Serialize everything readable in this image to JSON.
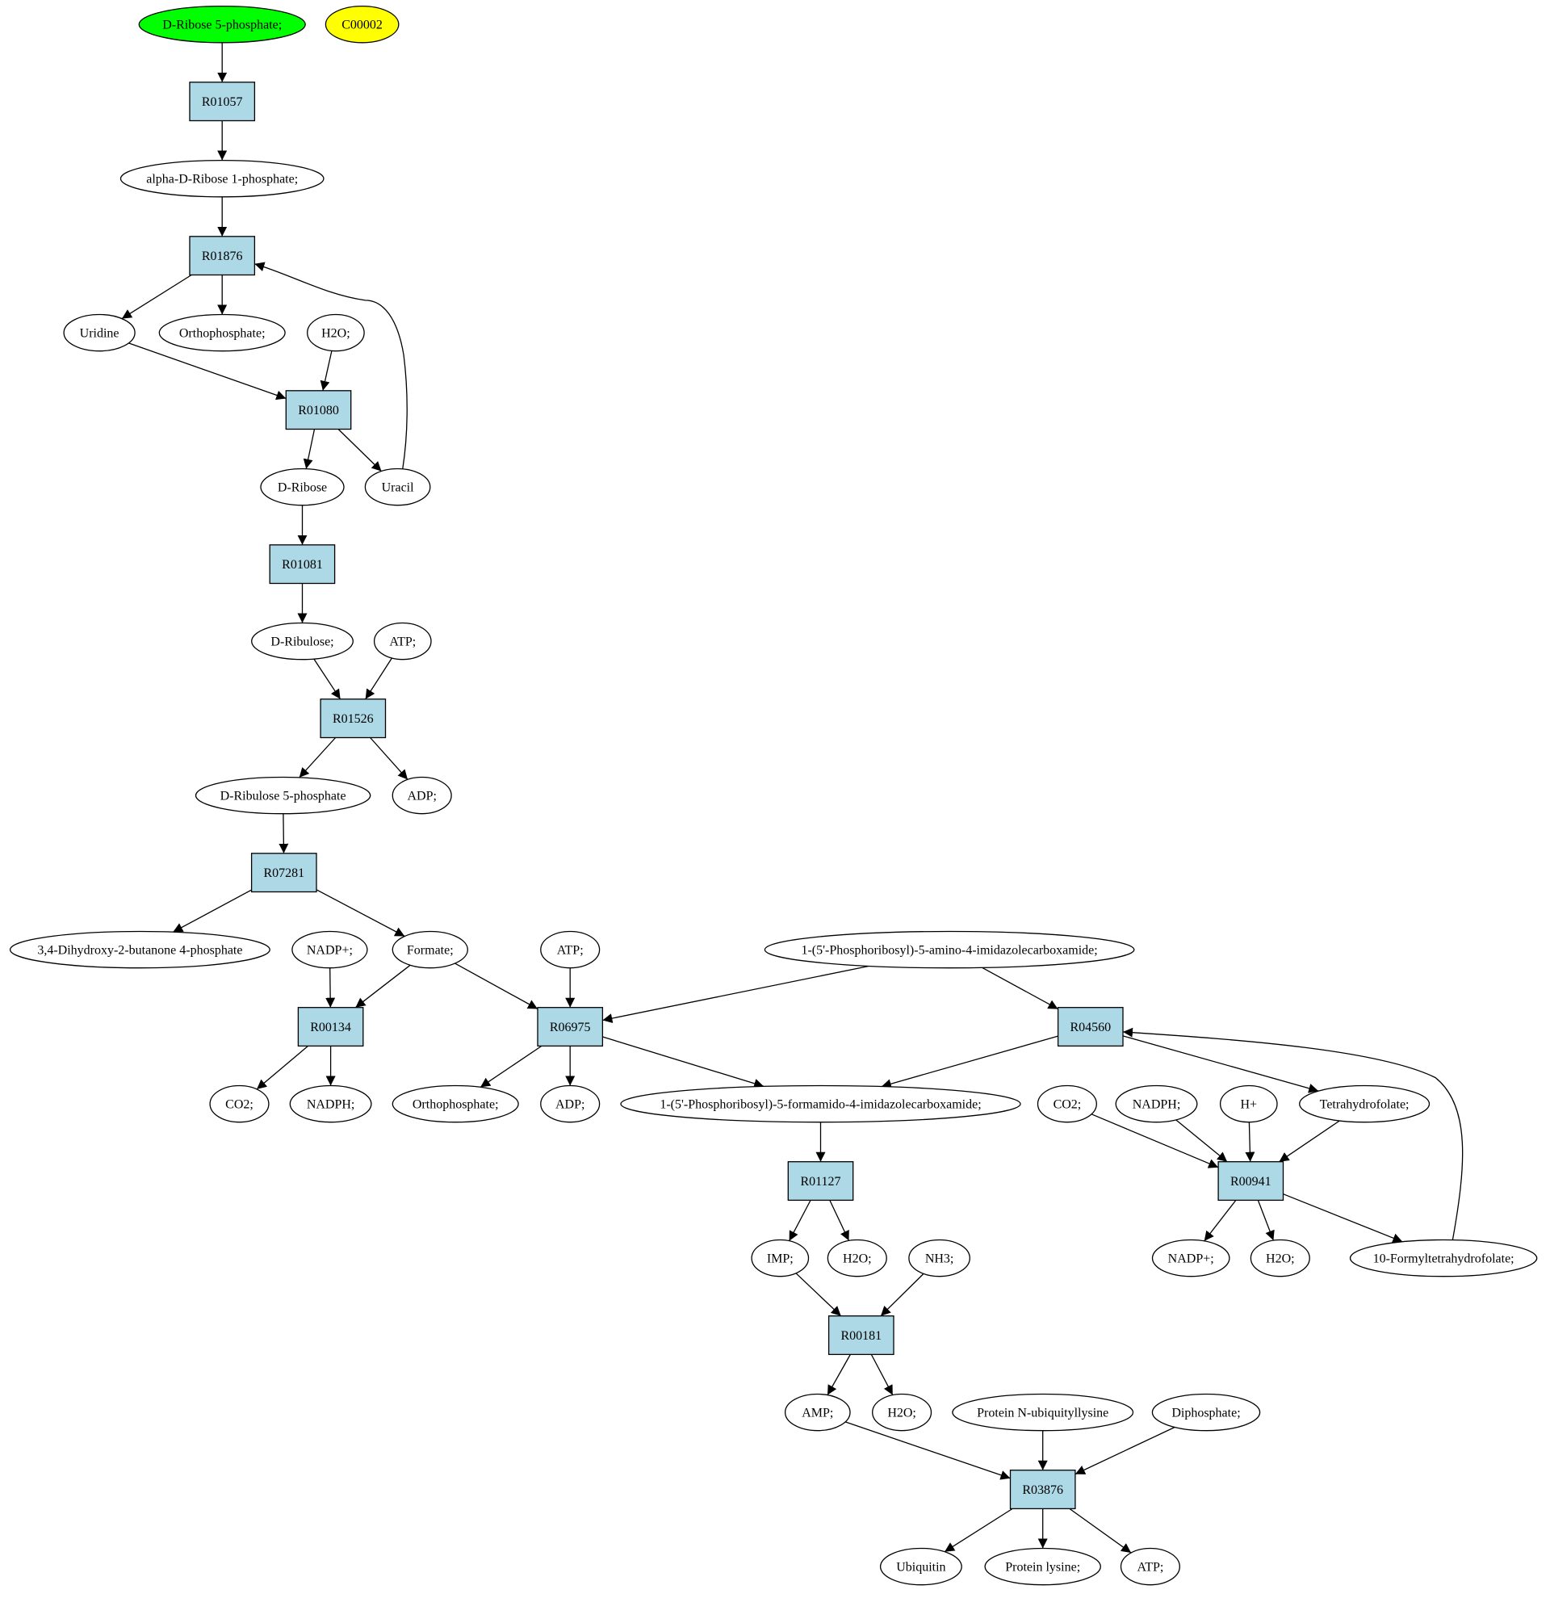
{
  "colors": {
    "start_compound": "#00ff00",
    "target_compound": "#ffff00",
    "reaction": "#add8e6",
    "compound": "#ffffff"
  },
  "nodes": [
    {
      "id": "ribose5p",
      "kind": "compound",
      "label": "D-Ribose 5-phosphate;",
      "role": "start"
    },
    {
      "id": "c00002",
      "kind": "compound",
      "label": "C00002",
      "role": "target"
    },
    {
      "id": "R01057",
      "kind": "reaction",
      "label": "R01057"
    },
    {
      "id": "ribose1p",
      "kind": "compound",
      "label": "alpha-D-Ribose 1-phosphate;"
    },
    {
      "id": "R01876",
      "kind": "reaction",
      "label": "R01876"
    },
    {
      "id": "uridine",
      "kind": "compound",
      "label": "Uridine"
    },
    {
      "id": "orthophosphate1",
      "kind": "compound",
      "label": "Orthophosphate;"
    },
    {
      "id": "h2o1",
      "kind": "compound",
      "label": "H2O;"
    },
    {
      "id": "R01080",
      "kind": "reaction",
      "label": "R01080"
    },
    {
      "id": "dribose",
      "kind": "compound",
      "label": "D-Ribose"
    },
    {
      "id": "uracil",
      "kind": "compound",
      "label": "Uracil"
    },
    {
      "id": "R01081",
      "kind": "reaction",
      "label": "R01081"
    },
    {
      "id": "dribulose",
      "kind": "compound",
      "label": "D-Ribulose;"
    },
    {
      "id": "atp1",
      "kind": "compound",
      "label": "ATP;"
    },
    {
      "id": "R01526",
      "kind": "reaction",
      "label": "R01526"
    },
    {
      "id": "ribulose5p",
      "kind": "compound",
      "label": "D-Ribulose 5-phosphate"
    },
    {
      "id": "adp1",
      "kind": "compound",
      "label": "ADP;"
    },
    {
      "id": "R07281",
      "kind": "reaction",
      "label": "R07281"
    },
    {
      "id": "dhbp",
      "kind": "compound",
      "label": "3,4-Dihydroxy-2-butanone 4-phosphate"
    },
    {
      "id": "nadp1",
      "kind": "compound",
      "label": "NADP+;"
    },
    {
      "id": "formate",
      "kind": "compound",
      "label": "Formate;"
    },
    {
      "id": "atp2",
      "kind": "compound",
      "label": "ATP;"
    },
    {
      "id": "aicar",
      "kind": "compound",
      "label": "1-(5'-Phosphoribosyl)-5-amino-4-imidazolecarboxamide;"
    },
    {
      "id": "R00134",
      "kind": "reaction",
      "label": "R00134"
    },
    {
      "id": "R06975",
      "kind": "reaction",
      "label": "R06975"
    },
    {
      "id": "R04560",
      "kind": "reaction",
      "label": "R04560"
    },
    {
      "id": "co2a",
      "kind": "compound",
      "label": "CO2;"
    },
    {
      "id": "nadph1",
      "kind": "compound",
      "label": "NADPH;"
    },
    {
      "id": "orthophosphate2",
      "kind": "compound",
      "label": "Orthophosphate;"
    },
    {
      "id": "adp2",
      "kind": "compound",
      "label": "ADP;"
    },
    {
      "id": "faicar",
      "kind": "compound",
      "label": "1-(5'-Phosphoribosyl)-5-formamido-4-imidazolecarboxamide;"
    },
    {
      "id": "co2b",
      "kind": "compound",
      "label": "CO2;"
    },
    {
      "id": "nadph2",
      "kind": "compound",
      "label": "NADPH;"
    },
    {
      "id": "hplus",
      "kind": "compound",
      "label": "H+"
    },
    {
      "id": "thf",
      "kind": "compound",
      "label": "Tetrahydrofolate;"
    },
    {
      "id": "R01127",
      "kind": "reaction",
      "label": "R01127"
    },
    {
      "id": "R00941",
      "kind": "reaction",
      "label": "R00941"
    },
    {
      "id": "imp",
      "kind": "compound",
      "label": "IMP;"
    },
    {
      "id": "h2o2",
      "kind": "compound",
      "label": "H2O;"
    },
    {
      "id": "nh3",
      "kind": "compound",
      "label": "NH3;"
    },
    {
      "id": "nadp2",
      "kind": "compound",
      "label": "NADP+;"
    },
    {
      "id": "h2o3",
      "kind": "compound",
      "label": "H2O;"
    },
    {
      "id": "fthf",
      "kind": "compound",
      "label": "10-Formyltetrahydrofolate;"
    },
    {
      "id": "R00181",
      "kind": "reaction",
      "label": "R00181"
    },
    {
      "id": "amp",
      "kind": "compound",
      "label": "AMP;"
    },
    {
      "id": "h2o4",
      "kind": "compound",
      "label": "H2O;"
    },
    {
      "id": "protubl",
      "kind": "compound",
      "label": "Protein N-ubiquityllysine"
    },
    {
      "id": "diphosphate",
      "kind": "compound",
      "label": "Diphosphate;"
    },
    {
      "id": "R03876",
      "kind": "reaction",
      "label": "R03876"
    },
    {
      "id": "ubiquitin",
      "kind": "compound",
      "label": "Ubiquitin"
    },
    {
      "id": "proteinlys",
      "kind": "compound",
      "label": "Protein lysine;"
    },
    {
      "id": "atp3",
      "kind": "compound",
      "label": "ATP;"
    }
  ],
  "edges": [
    {
      "from": "ribose5p",
      "to": "R01057"
    },
    {
      "from": "R01057",
      "to": "ribose1p"
    },
    {
      "from": "ribose1p",
      "to": "R01876"
    },
    {
      "from": "R01876",
      "to": "uridine"
    },
    {
      "from": "R01876",
      "to": "orthophosphate1"
    },
    {
      "from": "uridine",
      "to": "R01080"
    },
    {
      "from": "h2o1",
      "to": "R01080"
    },
    {
      "from": "R01080",
      "to": "dribose"
    },
    {
      "from": "R01080",
      "to": "uracil"
    },
    {
      "from": "uracil",
      "to": "R01876"
    },
    {
      "from": "dribose",
      "to": "R01081"
    },
    {
      "from": "R01081",
      "to": "dribulose"
    },
    {
      "from": "dribulose",
      "to": "R01526"
    },
    {
      "from": "atp1",
      "to": "R01526"
    },
    {
      "from": "R01526",
      "to": "ribulose5p"
    },
    {
      "from": "R01526",
      "to": "adp1"
    },
    {
      "from": "ribulose5p",
      "to": "R07281"
    },
    {
      "from": "R07281",
      "to": "dhbp"
    },
    {
      "from": "R07281",
      "to": "formate"
    },
    {
      "from": "nadp1",
      "to": "R00134"
    },
    {
      "from": "formate",
      "to": "R00134"
    },
    {
      "from": "formate",
      "to": "R06975"
    },
    {
      "from": "atp2",
      "to": "R06975"
    },
    {
      "from": "aicar",
      "to": "R06975"
    },
    {
      "from": "aicar",
      "to": "R04560"
    },
    {
      "from": "R00134",
      "to": "co2a"
    },
    {
      "from": "R00134",
      "to": "nadph1"
    },
    {
      "from": "R06975",
      "to": "orthophosphate2"
    },
    {
      "from": "R06975",
      "to": "adp2"
    },
    {
      "from": "R06975",
      "to": "faicar"
    },
    {
      "from": "R04560",
      "to": "faicar"
    },
    {
      "from": "R04560",
      "to": "thf"
    },
    {
      "from": "faicar",
      "to": "R01127"
    },
    {
      "from": "co2b",
      "to": "R00941"
    },
    {
      "from": "nadph2",
      "to": "R00941"
    },
    {
      "from": "hplus",
      "to": "R00941"
    },
    {
      "from": "thf",
      "to": "R00941"
    },
    {
      "from": "R00941",
      "to": "nadp2"
    },
    {
      "from": "R00941",
      "to": "h2o3"
    },
    {
      "from": "R00941",
      "to": "fthf"
    },
    {
      "from": "fthf",
      "to": "R04560"
    },
    {
      "from": "R01127",
      "to": "imp"
    },
    {
      "from": "R01127",
      "to": "h2o2"
    },
    {
      "from": "imp",
      "to": "R00181"
    },
    {
      "from": "nh3",
      "to": "R00181"
    },
    {
      "from": "R00181",
      "to": "amp"
    },
    {
      "from": "R00181",
      "to": "h2o4"
    },
    {
      "from": "amp",
      "to": "R03876"
    },
    {
      "from": "protubl",
      "to": "R03876"
    },
    {
      "from": "diphosphate",
      "to": "R03876"
    },
    {
      "from": "R03876",
      "to": "ubiquitin"
    },
    {
      "from": "R03876",
      "to": "proteinlys"
    },
    {
      "from": "R03876",
      "to": "atp3"
    }
  ]
}
